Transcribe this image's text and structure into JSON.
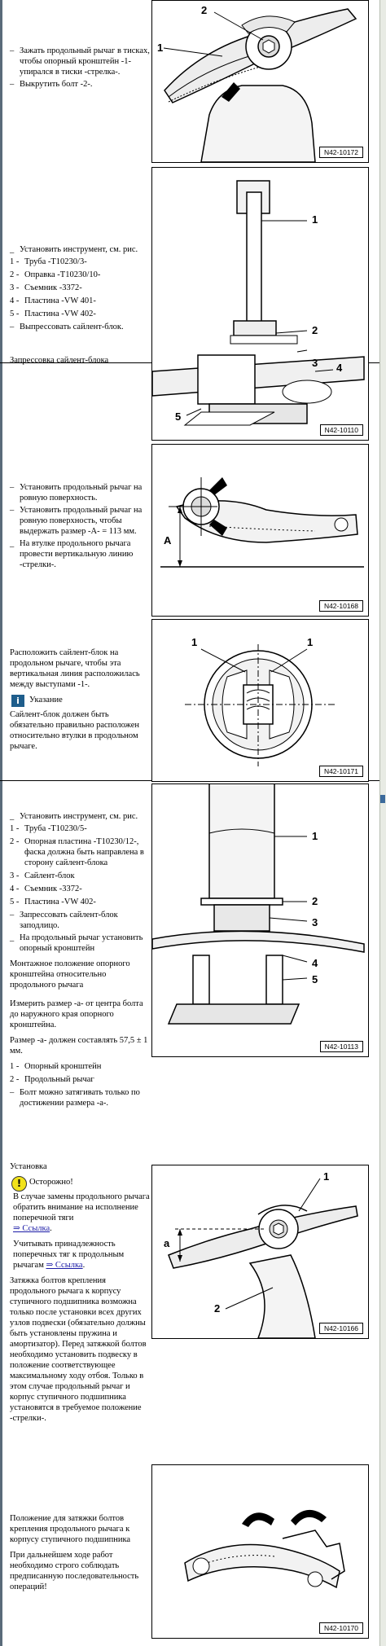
{
  "sections": [
    {
      "steps": [
        "Зажать продольный рычаг в тисках, чтобы опорный кронштейн -1- упирался в тиски -стрелка-.",
        "Выкрутить болт -2-."
      ],
      "figure": {
        "id": "N42-10172",
        "callouts": [
          "1",
          "2"
        ]
      }
    },
    {
      "intro": "Установить инструмент, см. рис.",
      "items": [
        {
          "n": "1 -",
          "t": "Труба -T10230/3-"
        },
        {
          "n": "2 -",
          "t": "Оправка -T10230/10-"
        },
        {
          "n": "3 -",
          "t": "Съемник -3372-"
        },
        {
          "n": "4 -",
          "t": "Пластина -VW 401-"
        },
        {
          "n": "5 -",
          "t": "Пластина -VW 402-"
        }
      ],
      "step": "Выпрессовать сайлент-блок.",
      "heading": "Запрессовка сайлент-блока",
      "figure": {
        "id": "N42-10110",
        "callouts": [
          "1",
          "2",
          "3",
          "4",
          "5"
        ]
      }
    },
    {
      "steps": [
        "Установить продольный рычаг на ровную поверхность.",
        "Установить продольный рычаг на ровную поверхность, чтобы выдержать размер -A- = 113 мм.",
        "На втулке продольного рычага провести вертикальную линию -стрелки-."
      ],
      "figure": {
        "id": "N42-10168",
        "callouts": [
          "A"
        ]
      }
    },
    {
      "para": "Расположить сайлент-блок на продольном рычаге, чтобы эта вертикальная линия расположилась между выступами -1-.",
      "note_title": "Указание",
      "note_text": "Сайлент-блок должен быть обязательно правильно расположен относительно втулки в продольном рычаге.",
      "figure": {
        "id": "N42-10171",
        "callouts": [
          "1",
          "1"
        ]
      }
    },
    {
      "intro": "Установить инструмент, см. рис.",
      "items": [
        {
          "n": "1 -",
          "t": "Труба -T10230/5-"
        },
        {
          "n": "2 -",
          "t": "Опорная пластина -T10230/12-, фаска должна быть направлена в сторону сайлент-блока"
        },
        {
          "n": "3 -",
          "t": "Сайлент-блок"
        },
        {
          "n": "4 -",
          "t": "Съемник -3372-"
        },
        {
          "n": "5 -",
          "t": "Пластина -VW 402-"
        }
      ],
      "steps": [
        "Запрессовать сайлент-блок заподлицо.",
        "На продольный рычаг установить опорный кронштейн"
      ],
      "paras": [
        "Монтажное положение опорного кронштейна относительно продольного рычага",
        "Измерить размер -a- от центра болта до наружного края опорного кронштейна.",
        "Размер -a- должен составлять 57,5 ± 1 мм."
      ],
      "items2": [
        {
          "n": "1 -",
          "t": "Опорный кронштейн"
        },
        {
          "n": "2 -",
          "t": "Продольный рычаг"
        }
      ],
      "step_last": "Болт можно затягивать только по достижении размера -a-.",
      "figure": {
        "id": "N42-10113",
        "callouts": [
          "1",
          "2",
          "3",
          "4",
          "5"
        ]
      }
    },
    {
      "heading": "Установка",
      "warn_title": "Осторожно!",
      "warn_text": "В случае замены продольного рычага обратить внимание на исполнение поперечной тяги",
      "link_text": "⇒ Ссылка",
      "para1": "Учитывать принадлежность поперечных тяг к продольным рычагам",
      "para2": "Затяжка болтов крепления продольного рычага к корпусу ступичного подшипника возможна только после установки всех других узлов подвески (обязательно должны быть установлены пружина и амортизатор). Перед затяжкой болтов необходимо установить подвеску в положение соответствующее максимальному ходу отбоя. Только в этом случае продольный рычаг и корпус ступичного подшипника установятся в требуемое положение -стрелки-.",
      "figure": {
        "id": "N42-10166",
        "callouts": [
          "1",
          "2",
          "a"
        ]
      }
    },
    {
      "paras": [
        "Положение для затяжки болтов крепления продольного рычага к корпусу ступичного подшипника",
        "При дальнейшем ходе работ необходимо строго соблюдать предписанную последовательность операций!"
      ],
      "figure": {
        "id": "N42-10170",
        "callouts": []
      }
    }
  ],
  "colors": {
    "link": "#1a1aa6",
    "info_icon": "#1f5e8c",
    "warning_icon": "#f1e21a"
  }
}
